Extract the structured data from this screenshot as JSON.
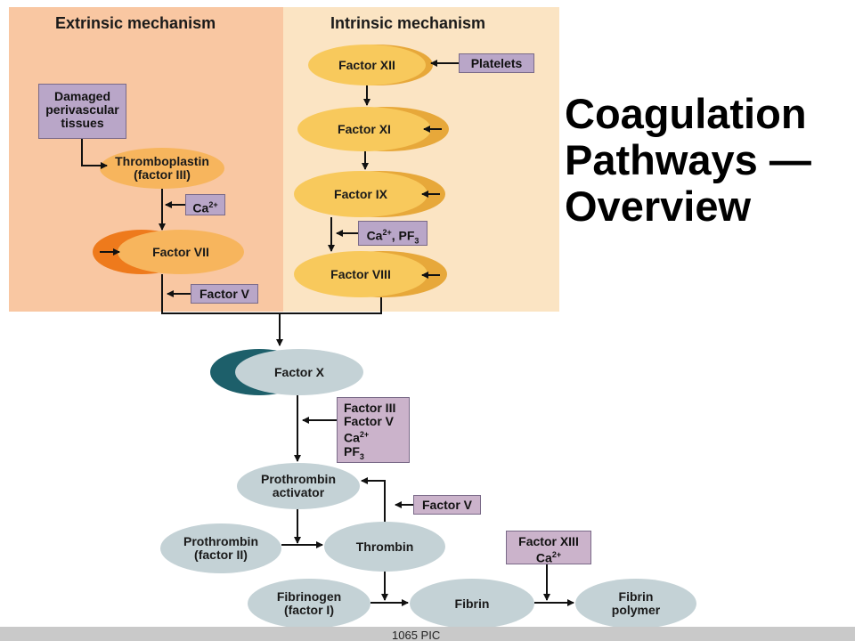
{
  "title": {
    "line1": "Coagulation",
    "line2": "Pathways —",
    "line3": "Overview"
  },
  "extrinsic": {
    "heading": "Extrinsic mechanism",
    "damaged": [
      "Damaged",
      "perivascular",
      "tissues"
    ],
    "thromboplastin": [
      "Thromboplastin",
      "(factor III)"
    ],
    "ca_label": "Ca",
    "ca_sup": "2+",
    "factor_vii": "Factor VII",
    "factor_v": "Factor V"
  },
  "intrinsic": {
    "heading": "Intrinsic mechanism",
    "factor_xii": "Factor XII",
    "platelets": "Platelets",
    "factor_xi": "Factor XI",
    "factor_ix": "Factor IX",
    "cofactor_label": "Ca",
    "cofactor_sup": "2+",
    "cofactor_pf": ", PF",
    "cofactor_sub": "3",
    "factor_viii": "Factor VIII"
  },
  "common": {
    "factor_x": "Factor X",
    "cofactors": {
      "l1": "Factor III",
      "l2": "Factor V",
      "l3": "Ca",
      "l3_sup": "2+",
      "l4": "PF",
      "l4_sub": "3"
    },
    "prothrombin_activator": [
      "Prothrombin",
      "activator"
    ],
    "factor_v": "Factor V",
    "prothrombin": [
      "Prothrombin",
      "(factor II)"
    ],
    "thrombin": "Thrombin",
    "factor_xiii": {
      "l1": "Factor XIII",
      "l2": "Ca",
      "l2_sup": "2+"
    },
    "fibrinogen": [
      "Fibrinogen",
      "(factor I)"
    ],
    "fibrin": "Fibrin",
    "fibrin_polymer": [
      "Fibrin",
      "polymer"
    ]
  },
  "footer": "1065 PIC",
  "colors": {
    "extrinsic_panel": "#f9c7a2",
    "intrinsic_panel": "#fbe4c3",
    "cofactor_box": "#b9a6c8",
    "orange_oval": "#f7b55d",
    "yellow_oval": "#f8c95c",
    "grey_oval": "#c4d2d6",
    "teal_accent": "#1d5f6a"
  }
}
